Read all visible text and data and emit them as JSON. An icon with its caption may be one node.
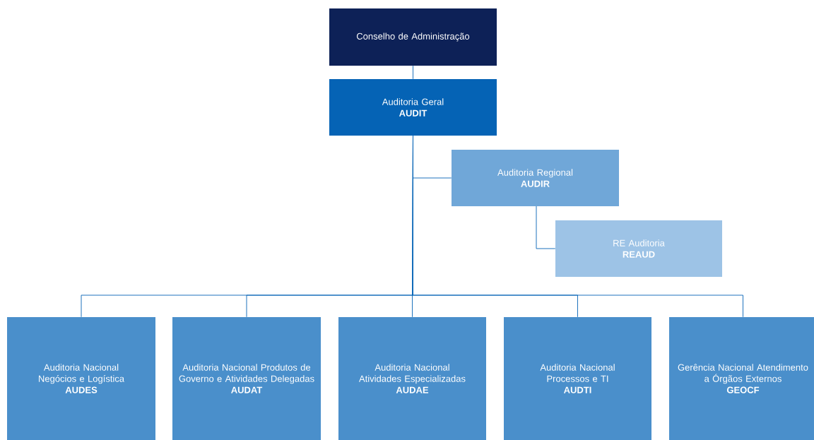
{
  "diagram": {
    "nodes": [
      {
        "text": [
          "Conselho de Administração"
        ]
      },
      {
        "text": [
          "Auditoria Geral",
          "AUDIT"
        ]
      },
      {
        "text": [
          "Auditoria Regional",
          "AUDIR"
        ]
      },
      {
        "text": [
          "RE Auditoria",
          "REAUD"
        ]
      },
      {
        "text": [
          "Auditoria Nacional Negócios e Logística",
          "AUDES"
        ]
      },
      {
        "text": [
          "Auditoria Nacional Produtos de Governo e Atividades Delegadas",
          "AUDAT"
        ]
      },
      {
        "text": [
          "Auditoria Nacional Atividades Especializadas",
          "AUDAE"
        ]
      },
      {
        "text": [
          "Auditoria Nacional Processos e TI",
          "AUDTI"
        ]
      },
      {
        "text": [
          "Gerência Nacional Atendimento a Órgãos Externos",
          "GEOCF"
        ]
      }
    ],
    "edges": [
      {
        "from": 0,
        "to": 1,
        "arrow": "none"
      },
      {
        "from": 1,
        "to": 2,
        "arrow": "none"
      },
      {
        "from": 2,
        "to": 3,
        "arrow": "none"
      },
      {
        "from": 1,
        "to": 4,
        "arrow": "none"
      },
      {
        "from": 1,
        "to": 5,
        "arrow": "none"
      },
      {
        "from": 1,
        "to": 6,
        "arrow": "none"
      },
      {
        "from": 1,
        "to": 7,
        "arrow": "none"
      },
      {
        "from": 1,
        "to": 8,
        "arrow": "none"
      }
    ]
  }
}
